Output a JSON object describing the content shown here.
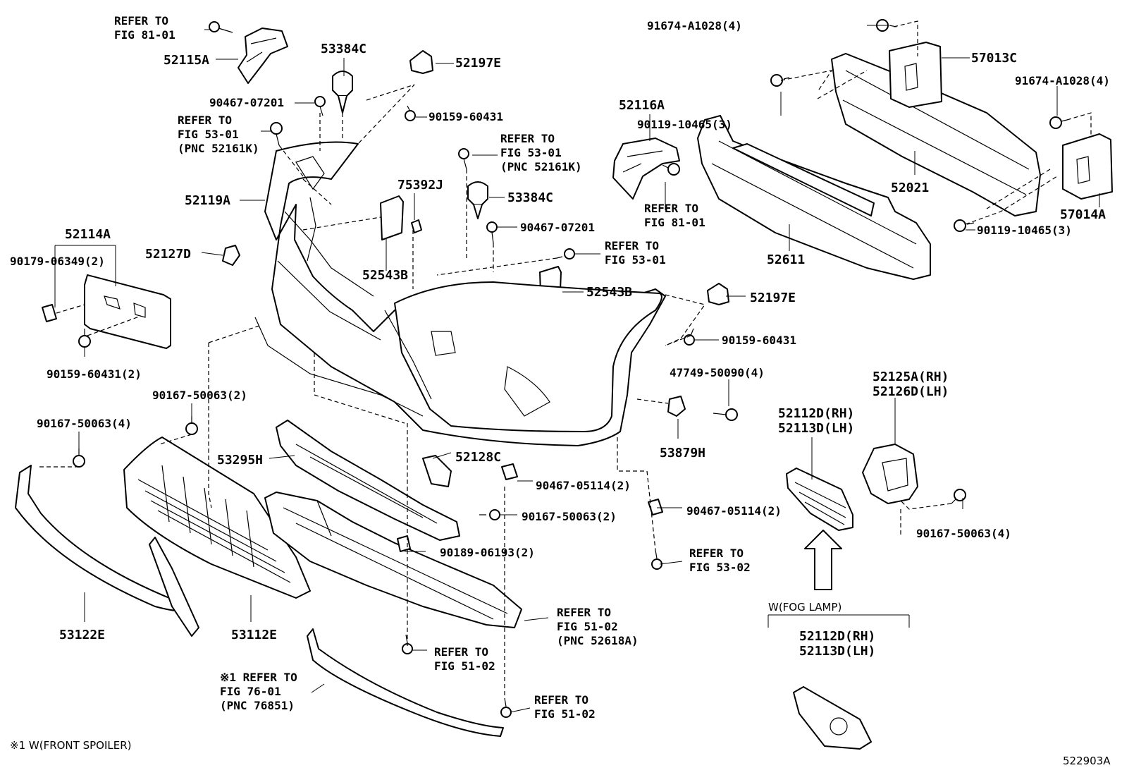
{
  "diagram_id": "522903A",
  "footnote": "※1 W(FRONT SPOILER)",
  "fog_lamp_group_label": "W(FOG LAMP)",
  "labels": [
    {
      "id": "refer-81-01-a",
      "lines": [
        "REFER TO",
        "FIG 81-01"
      ]
    },
    {
      "id": "p52115A",
      "lines": [
        "52115A"
      ]
    },
    {
      "id": "p53384C-a",
      "lines": [
        "53384C"
      ]
    },
    {
      "id": "p52197E-a",
      "lines": [
        "52197E"
      ]
    },
    {
      "id": "p90467-07201-a",
      "lines": [
        "90467-07201"
      ]
    },
    {
      "id": "p90159-60431-a",
      "lines": [
        "90159-60431"
      ]
    },
    {
      "id": "refer-53-01-a",
      "lines": [
        "REFER TO",
        "FIG 53-01",
        "(PNC 52161K)"
      ]
    },
    {
      "id": "refer-53-01-b",
      "lines": [
        "REFER TO",
        "FIG 53-01",
        "(PNC 52161K)"
      ]
    },
    {
      "id": "p52116A",
      "lines": [
        "52116A"
      ]
    },
    {
      "id": "refer-81-01-b",
      "lines": [
        "REFER TO",
        "FIG 81-01"
      ]
    },
    {
      "id": "p52119A",
      "lines": [
        "52119A"
      ]
    },
    {
      "id": "p75392J",
      "lines": [
        "75392J"
      ]
    },
    {
      "id": "p53384C-b",
      "lines": [
        "53384C"
      ]
    },
    {
      "id": "p90467-07201-b",
      "lines": [
        "90467-07201"
      ]
    },
    {
      "id": "refer-53-01-c",
      "lines": [
        "REFER TO",
        "FIG 53-01"
      ]
    },
    {
      "id": "p52114A",
      "lines": [
        "52114A"
      ]
    },
    {
      "id": "p90179-06349",
      "lines": [
        "90179-06349(2)"
      ]
    },
    {
      "id": "p52127D",
      "lines": [
        "52127D"
      ]
    },
    {
      "id": "p52543B-a",
      "lines": [
        "52543B"
      ]
    },
    {
      "id": "p52543B-b",
      "lines": [
        "52543B"
      ]
    },
    {
      "id": "p52197E-b",
      "lines": [
        "52197E"
      ]
    },
    {
      "id": "p90159-60431-b",
      "lines": [
        "90159-60431"
      ]
    },
    {
      "id": "p90159-60431-c",
      "lines": [
        "90159-60431(2)"
      ]
    },
    {
      "id": "p47749-50090",
      "lines": [
        "47749-50090(4)"
      ]
    },
    {
      "id": "p90167-50063-a",
      "lines": [
        "90167-50063(2)"
      ]
    },
    {
      "id": "p90167-50063-b",
      "lines": [
        "90167-50063(4)"
      ]
    },
    {
      "id": "p53879H",
      "lines": [
        "53879H"
      ]
    },
    {
      "id": "p53295H",
      "lines": [
        "53295H"
      ]
    },
    {
      "id": "p52128C",
      "lines": [
        "52128C"
      ]
    },
    {
      "id": "p90467-05114-a",
      "lines": [
        "90467-05114(2)"
      ]
    },
    {
      "id": "p90467-05114-b",
      "lines": [
        "90467-05114(2)"
      ]
    },
    {
      "id": "p90167-50063-c",
      "lines": [
        "90167-50063(2)"
      ]
    },
    {
      "id": "p90189-06193",
      "lines": [
        "90189-06193(2)"
      ]
    },
    {
      "id": "refer-53-02",
      "lines": [
        "REFER TO",
        "FIG 53-02"
      ]
    },
    {
      "id": "refer-51-02-a",
      "lines": [
        "REFER TO",
        "FIG 51-02",
        "(PNC 52618A)"
      ]
    },
    {
      "id": "refer-51-02-b",
      "lines": [
        "REFER TO",
        "FIG 51-02"
      ]
    },
    {
      "id": "refer-51-02-c",
      "lines": [
        "REFER TO",
        "FIG 51-02"
      ]
    },
    {
      "id": "refer-76-01",
      "lines": [
        "※1 REFER TO",
        "FIG 76-01",
        "(PNC 76851)"
      ]
    },
    {
      "id": "p53122E",
      "lines": [
        "53122E"
      ]
    },
    {
      "id": "p53112E",
      "lines": [
        "53112E"
      ]
    },
    {
      "id": "p52112D-a",
      "lines": [
        "52112D(RH)",
        "52113D(LH)"
      ]
    },
    {
      "id": "p52125A",
      "lines": [
        "52125A(RH)",
        "52126D(LH)"
      ]
    },
    {
      "id": "p90167-50063-d",
      "lines": [
        "90167-50063(4)"
      ]
    },
    {
      "id": "p52112D-b",
      "lines": [
        "52112D(RH)",
        "52113D(LH)"
      ]
    },
    {
      "id": "p91674-A1028-a",
      "lines": [
        "91674-A1028(4)"
      ]
    },
    {
      "id": "p57013C",
      "lines": [
        "57013C"
      ]
    },
    {
      "id": "p91674-A1028-b",
      "lines": [
        "91674-A1028(4)"
      ]
    },
    {
      "id": "p90119-10465-a",
      "lines": [
        "90119-10465(3)"
      ]
    },
    {
      "id": "p52021",
      "lines": [
        "52021"
      ]
    },
    {
      "id": "p57014A",
      "lines": [
        "57014A"
      ]
    },
    {
      "id": "p90119-10465-b",
      "lines": [
        "90119-10465(3)"
      ]
    },
    {
      "id": "p52611",
      "lines": [
        "52611"
      ]
    }
  ]
}
